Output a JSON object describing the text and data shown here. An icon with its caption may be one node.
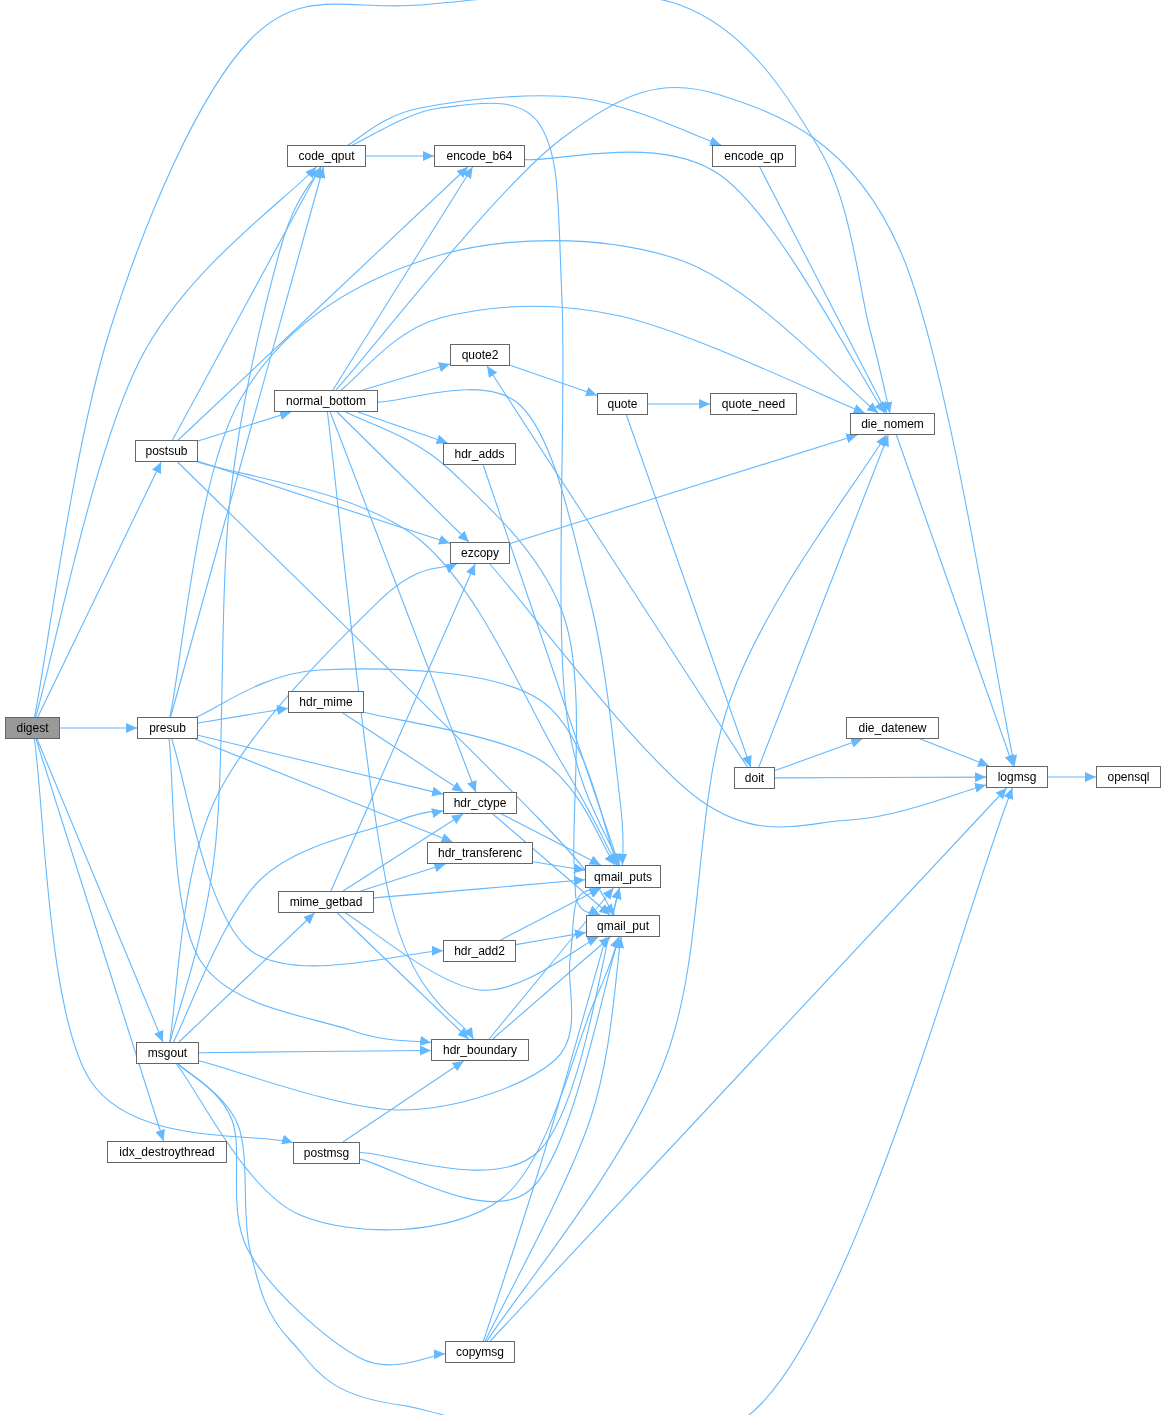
{
  "diagram": {
    "nodes": [
      {
        "text": [
          "digest"
        ]
      },
      {
        "text": [
          "postsub"
        ]
      },
      {
        "text": [
          "presub"
        ]
      },
      {
        "text": [
          "msgout"
        ]
      },
      {
        "text": [
          "idx_destroythread"
        ]
      },
      {
        "text": [
          "code_qput"
        ]
      },
      {
        "text": [
          "normal_bottom"
        ]
      },
      {
        "text": [
          "hdr_mime"
        ]
      },
      {
        "text": [
          "mime_getbad"
        ]
      },
      {
        "text": [
          "postmsg"
        ]
      },
      {
        "text": [
          "encode_b64"
        ]
      },
      {
        "text": [
          "quote2"
        ]
      },
      {
        "text": [
          "hdr_adds"
        ]
      },
      {
        "text": [
          "ezcopy"
        ]
      },
      {
        "text": [
          "hdr_ctype"
        ]
      },
      {
        "text": [
          "hdr_transferenc"
        ]
      },
      {
        "text": [
          "hdr_add2"
        ]
      },
      {
        "text": [
          "hdr_boundary"
        ]
      },
      {
        "text": [
          "copymsg"
        ]
      },
      {
        "text": [
          "qmail_puts"
        ]
      },
      {
        "text": [
          "qmail_put"
        ]
      },
      {
        "text": [
          "quote"
        ]
      },
      {
        "text": [
          "encode_qp"
        ]
      },
      {
        "text": [
          "quote_need"
        ]
      },
      {
        "text": [
          "doit"
        ]
      },
      {
        "text": [
          "die_nomem"
        ]
      },
      {
        "text": [
          "die_datenew"
        ]
      },
      {
        "text": [
          "logmsg"
        ]
      },
      {
        "text": [
          "opensql"
        ]
      }
    ],
    "edges": [
      {
        "from": 0,
        "to": 1,
        "arrow": "to"
      },
      {
        "from": 0,
        "to": 2,
        "arrow": "to"
      },
      {
        "from": 0,
        "to": 3,
        "arrow": "to"
      },
      {
        "from": 0,
        "to": 4,
        "arrow": "to"
      },
      {
        "from": 0,
        "to": 9,
        "arrow": "to"
      },
      {
        "from": 0,
        "to": 5,
        "arrow": "to"
      },
      {
        "from": 0,
        "to": 25,
        "arrow": "to"
      },
      {
        "from": 1,
        "to": 5,
        "arrow": "to"
      },
      {
        "from": 1,
        "to": 10,
        "arrow": "to"
      },
      {
        "from": 1,
        "to": 6,
        "arrow": "to"
      },
      {
        "from": 1,
        "to": 13,
        "arrow": "to"
      },
      {
        "from": 1,
        "to": 19,
        "arrow": "to"
      },
      {
        "from": 1,
        "to": 20,
        "arrow": "to"
      },
      {
        "from": 2,
        "to": 5,
        "arrow": "to"
      },
      {
        "from": 2,
        "to": 25,
        "arrow": "to"
      },
      {
        "from": 2,
        "to": 7,
        "arrow": "to"
      },
      {
        "from": 2,
        "to": 14,
        "arrow": "to"
      },
      {
        "from": 2,
        "to": 15,
        "arrow": "to"
      },
      {
        "from": 2,
        "to": 19,
        "arrow": "to"
      },
      {
        "from": 2,
        "to": 17,
        "arrow": "to"
      },
      {
        "from": 2,
        "to": 16,
        "arrow": "to"
      },
      {
        "from": 3,
        "to": 8,
        "arrow": "to"
      },
      {
        "from": 3,
        "to": 13,
        "arrow": "to"
      },
      {
        "from": 3,
        "to": 14,
        "arrow": "to"
      },
      {
        "from": 3,
        "to": 5,
        "arrow": "to"
      },
      {
        "from": 3,
        "to": 17,
        "arrow": "to"
      },
      {
        "from": 3,
        "to": 19,
        "arrow": "to"
      },
      {
        "from": 3,
        "to": 20,
        "arrow": "to"
      },
      {
        "from": 3,
        "to": 18,
        "arrow": "to"
      },
      {
        "from": 3,
        "to": 27,
        "arrow": "to"
      },
      {
        "from": 5,
        "to": 10,
        "arrow": "to"
      },
      {
        "from": 5,
        "to": 22,
        "arrow": "to"
      },
      {
        "from": 5,
        "to": 19,
        "arrow": "to"
      },
      {
        "from": 6,
        "to": 11,
        "arrow": "to"
      },
      {
        "from": 6,
        "to": 12,
        "arrow": "to"
      },
      {
        "from": 6,
        "to": 13,
        "arrow": "to"
      },
      {
        "from": 6,
        "to": 14,
        "arrow": "to"
      },
      {
        "from": 6,
        "to": 17,
        "arrow": "to"
      },
      {
        "from": 6,
        "to": 19,
        "arrow": "to"
      },
      {
        "from": 6,
        "to": 20,
        "arrow": "to"
      },
      {
        "from": 6,
        "to": 10,
        "arrow": "to"
      },
      {
        "from": 6,
        "to": 25,
        "arrow": "to"
      },
      {
        "from": 6,
        "to": 27,
        "arrow": "to"
      },
      {
        "from": 7,
        "to": 14,
        "arrow": "to"
      },
      {
        "from": 7,
        "to": 19,
        "arrow": "to"
      },
      {
        "from": 8,
        "to": 14,
        "arrow": "to"
      },
      {
        "from": 8,
        "to": 15,
        "arrow": "to"
      },
      {
        "from": 8,
        "to": 13,
        "arrow": "to"
      },
      {
        "from": 8,
        "to": 19,
        "arrow": "to"
      },
      {
        "from": 8,
        "to": 17,
        "arrow": "to"
      },
      {
        "from": 8,
        "to": 20,
        "arrow": "to"
      },
      {
        "from": 9,
        "to": 17,
        "arrow": "to"
      },
      {
        "from": 9,
        "to": 19,
        "arrow": "to"
      },
      {
        "from": 9,
        "to": 20,
        "arrow": "to"
      },
      {
        "from": 10,
        "to": 25,
        "arrow": "to"
      },
      {
        "from": 11,
        "to": 21,
        "arrow": "to"
      },
      {
        "from": 12,
        "to": 19,
        "arrow": "to"
      },
      {
        "from": 13,
        "to": 25,
        "arrow": "to"
      },
      {
        "from": 13,
        "to": 27,
        "arrow": "to"
      },
      {
        "from": 14,
        "to": 19,
        "arrow": "to"
      },
      {
        "from": 14,
        "to": 20,
        "arrow": "to"
      },
      {
        "from": 15,
        "to": 19,
        "arrow": "to"
      },
      {
        "from": 16,
        "to": 19,
        "arrow": "to"
      },
      {
        "from": 16,
        "to": 20,
        "arrow": "to"
      },
      {
        "from": 17,
        "to": 19,
        "arrow": "to"
      },
      {
        "from": 17,
        "to": 20,
        "arrow": "to"
      },
      {
        "from": 18,
        "to": 19,
        "arrow": "to"
      },
      {
        "from": 18,
        "to": 20,
        "arrow": "to"
      },
      {
        "from": 18,
        "to": 25,
        "arrow": "to"
      },
      {
        "from": 18,
        "to": 27,
        "arrow": "to"
      },
      {
        "from": 21,
        "to": 23,
        "arrow": "to"
      },
      {
        "from": 21,
        "to": 24,
        "arrow": "to"
      },
      {
        "from": 22,
        "to": 25,
        "arrow": "to"
      },
      {
        "from": 24,
        "to": 11,
        "arrow": "to"
      },
      {
        "from": 24,
        "to": 25,
        "arrow": "to"
      },
      {
        "from": 24,
        "to": 26,
        "arrow": "to"
      },
      {
        "from": 24,
        "to": 27,
        "arrow": "to"
      },
      {
        "from": 25,
        "to": 27,
        "arrow": "to"
      },
      {
        "from": 26,
        "to": 27,
        "arrow": "to"
      },
      {
        "from": 27,
        "to": 28,
        "arrow": "to"
      }
    ]
  }
}
